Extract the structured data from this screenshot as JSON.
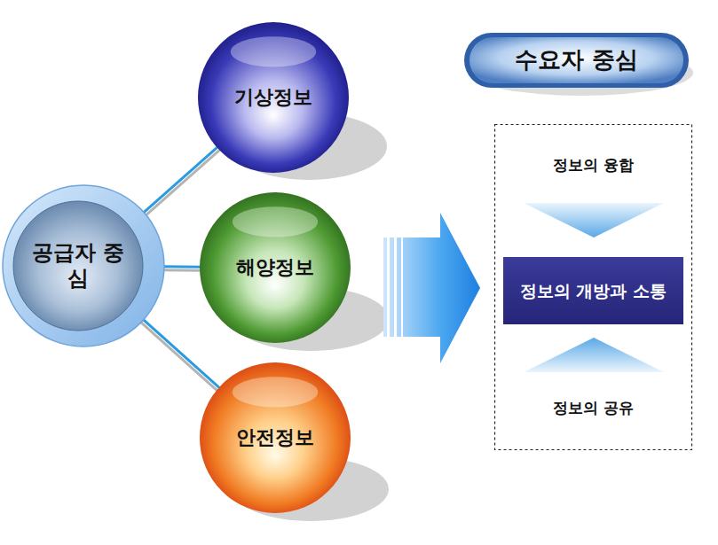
{
  "diagram": {
    "nodes": [
      {
        "text": [
          "공급자 중심"
        ]
      },
      {
        "text": [
          "기상정보"
        ]
      },
      {
        "text": [
          "해양정보"
        ]
      },
      {
        "text": [
          "안전정보"
        ]
      },
      {
        "text": [
          "수요자 중심"
        ]
      },
      {
        "text": [
          "정보의 융합",
          "정보의 공유"
        ]
      },
      {
        "text": [
          "정보의 개방과 소통"
        ],
        "in": 5
      }
    ],
    "edges": [
      {
        "from": 0,
        "to": 1,
        "arrow": "none"
      },
      {
        "from": 0,
        "to": 2,
        "arrow": "none"
      },
      {
        "from": 0,
        "to": 3,
        "arrow": "none"
      }
    ]
  }
}
